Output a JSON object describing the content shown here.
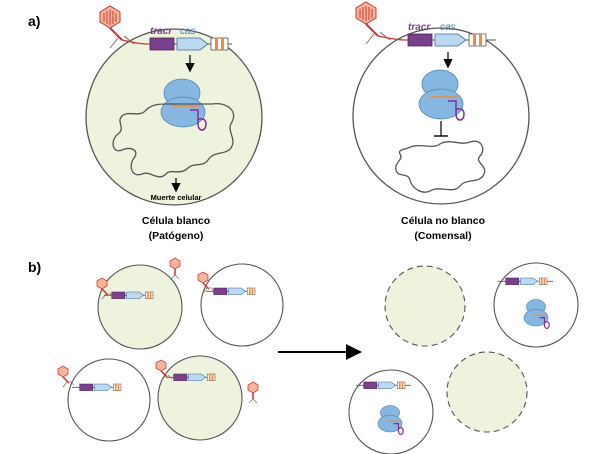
{
  "panel_a": {
    "label": "a)",
    "gene_tracr": "tracr",
    "gene_cas": "cas",
    "outcome_text": "Muerte celular",
    "caption_left_line1": "Célula blanco",
    "caption_left_line2": "(Patógeno)",
    "caption_right_line1": "Célula no blanco",
    "caption_right_line2": "(Comensal)"
  },
  "panel_b": {
    "label": "b)"
  },
  "colors": {
    "target_cell_fill": "#edf3dc",
    "cell_stroke": "#555555",
    "tracr_purple": "#7b3f8c",
    "cas_blue": "#bcd9ef",
    "cas_blue_stroke": "#3b6f9c",
    "array_orange": "#f08a3c",
    "phage_red": "#cc3333",
    "phage_head": "#f4b79a",
    "cas_protein": "#86b7e0",
    "guide_purple": "#8a2a9a"
  }
}
